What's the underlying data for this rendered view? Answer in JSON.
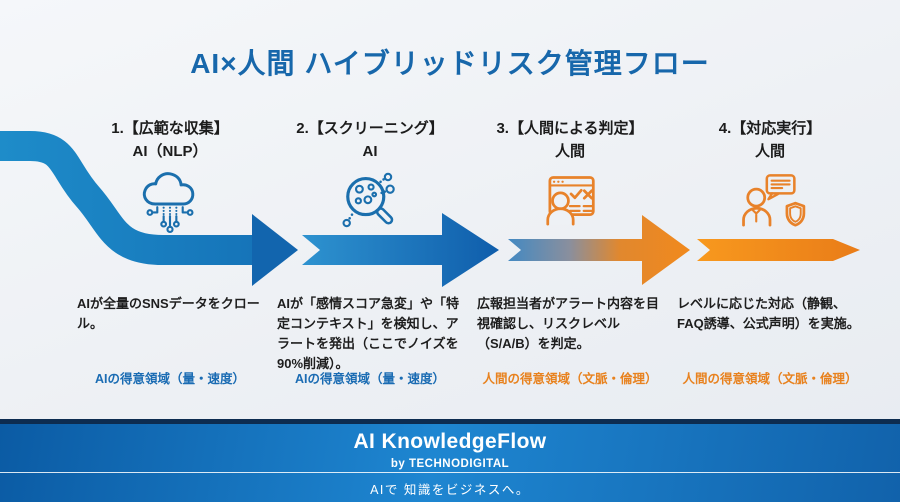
{
  "title": "AI×人間 ハイブリッドリスク管理フロー",
  "steps": [
    {
      "heading": "1.【広範な収集】",
      "actor": "AI（NLP）",
      "icon": "cloud-circuit-icon",
      "description": "AIが全量のSNSデータをクロール。",
      "domain_label": "AIの得意領域（量・速度）"
    },
    {
      "heading": "2.【スクリーニング】",
      "actor": "AI",
      "icon": "magnifier-screening-icon",
      "description": "AIが「感情スコア急変」や「特定コンテキスト」を検知し、アラートを発出（ここでノイズを90%削減）。",
      "domain_label": "AIの得意領域（量・速度）"
    },
    {
      "heading": "3.【人間による判定】",
      "actor": "人間",
      "icon": "human-review-icon",
      "description": "広報担当者がアラート内容を目視確認し、リスクレベル（S/A/B）を判定。",
      "domain_label": "人間の得意領域（文脈・倫理）"
    },
    {
      "heading": "4.【対応実行】",
      "actor": "人間",
      "icon": "responder-shield-icon",
      "description": "レベルに応じた対応（静観、FAQ誘導、公式声明）を実施。",
      "domain_label": "人間の得意領域（文脈・倫理）"
    }
  ],
  "footer": {
    "brand": "AI KnowledgeFlow",
    "byline": "by TECHNODIGITAL",
    "tagline": "AIで 知識をビジネスへ。"
  },
  "colors": {
    "title_blue": "#1767ab",
    "arrow_blue_light": "#1e8dca",
    "arrow_blue_dark": "#1265ae",
    "arrow_orange_light": "#f8991e",
    "arrow_orange_dark": "#e97c18",
    "icon_blue": "#1b6fad",
    "icon_orange": "#e8822a",
    "domain_blue": "#1b6cb3",
    "domain_orange": "#e8821f",
    "footer_navy": "#0d2c50",
    "footer_band": "#1e86d1",
    "background": "#edf0f4"
  }
}
